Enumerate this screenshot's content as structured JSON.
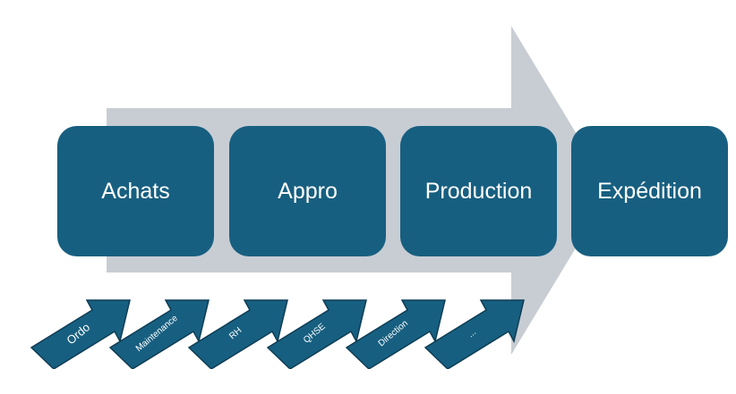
{
  "colors": {
    "big_arrow": "#c8cdd4",
    "box_fill": "#175f80",
    "small_arrow_fill": "#175f80",
    "small_arrow_stroke": "#0e3d55",
    "text": "#ffffff"
  },
  "steps": [
    {
      "label": "Achats"
    },
    {
      "label": "Appro"
    },
    {
      "label": "Production"
    },
    {
      "label": "Expédition"
    }
  ],
  "support_functions": [
    {
      "label": "Ordo"
    },
    {
      "label": "Maintenance"
    },
    {
      "label": "RH"
    },
    {
      "label": "QHSE"
    },
    {
      "label": "Direction"
    },
    {
      "label": "..."
    }
  ]
}
